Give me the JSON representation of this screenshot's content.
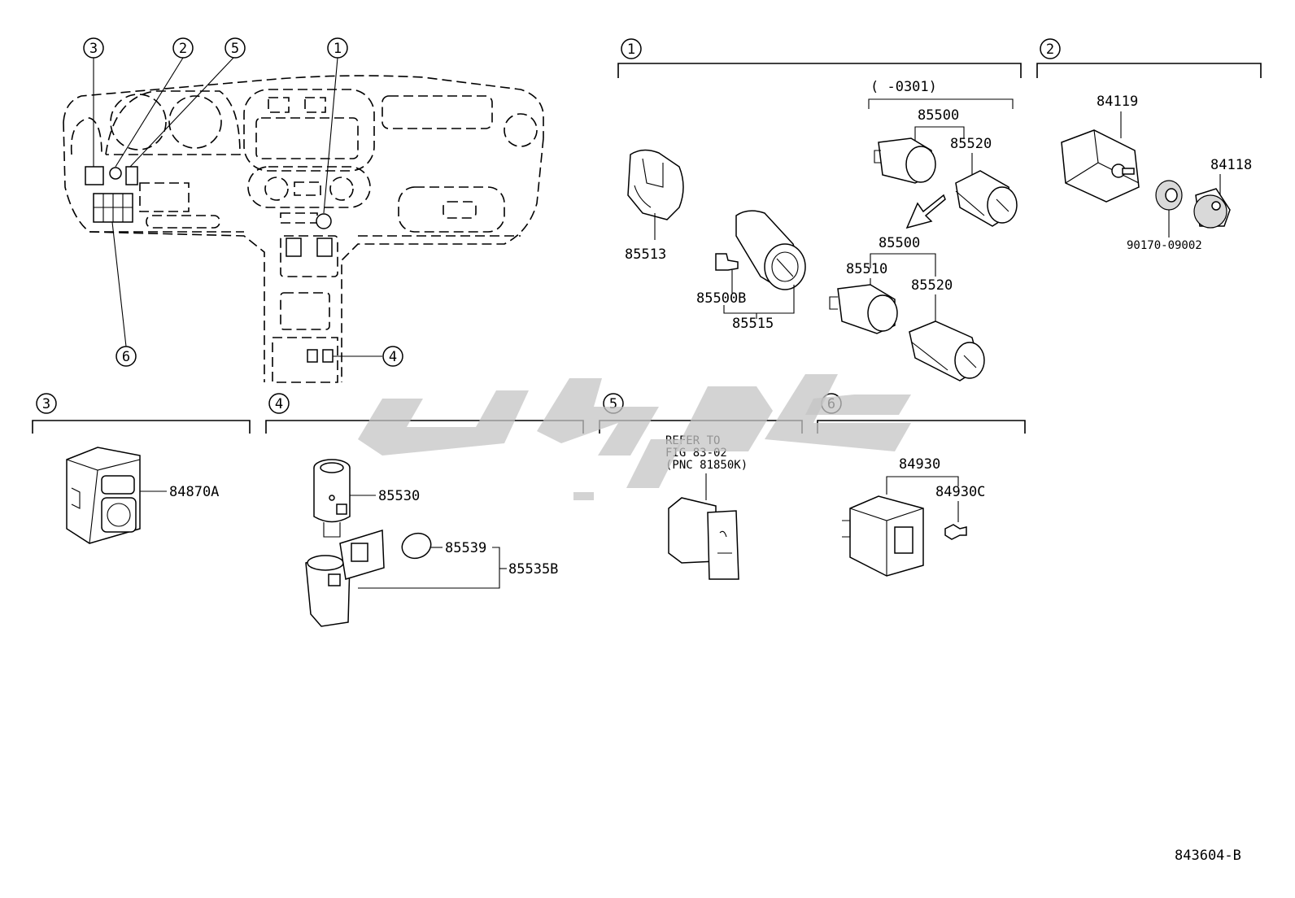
{
  "callouts": {
    "c1": "1",
    "c2": "2",
    "c3": "3",
    "c4": "4",
    "c5": "5",
    "c6": "6"
  },
  "group1": {
    "number": "1",
    "date_range": "(      -0301)",
    "parts": {
      "p85513": "85513",
      "p85500b": "85500B",
      "p85515": "85515",
      "p85500_top": "85500",
      "p85520_top": "85520",
      "p85500_mid": "85500",
      "p85510": "85510",
      "p85520_bot": "85520"
    }
  },
  "group2": {
    "number": "2",
    "parts": {
      "p84119": "84119",
      "p84118": "84118",
      "p90170": "90170-09002"
    }
  },
  "group3": {
    "number": "3",
    "parts": {
      "p84870a": "84870A"
    }
  },
  "group4": {
    "number": "4",
    "parts": {
      "p85530": "85530",
      "p85539": "85539",
      "p85535b": "85535B"
    }
  },
  "group5": {
    "number": "5",
    "note_line1": "REFER TO",
    "note_line2": "FIG 83-02",
    "note_line3": "(PNC 81850K)"
  },
  "group6": {
    "number": "6",
    "parts": {
      "p84930": "84930",
      "p84930c": "84930C"
    }
  },
  "figure_code": "843604-B"
}
